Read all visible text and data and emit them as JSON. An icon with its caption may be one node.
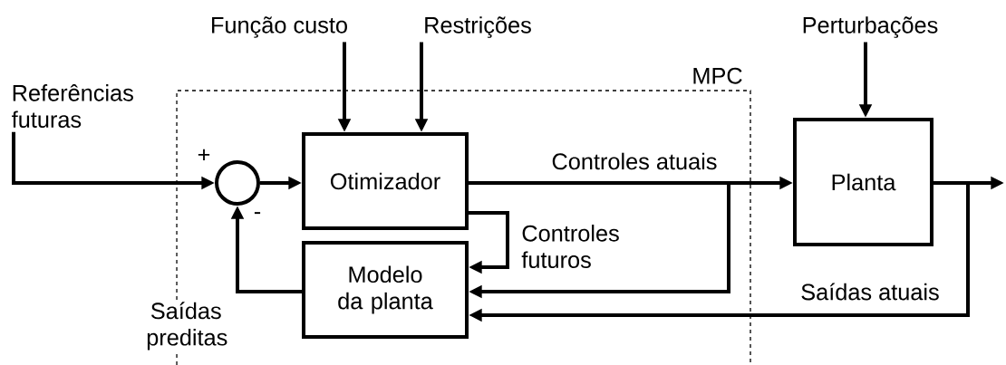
{
  "diagram": {
    "nodes": [
      {
        "text": [
          "MPC"
        ]
      },
      {
        "text": [
          "Referências futuras"
        ]
      },
      {
        "text": [],
        "shape": "circle",
        "in": 0,
        "beside": [
          "+",
          "-"
        ]
      },
      {
        "text": [
          "Otimizador"
        ],
        "in": 0
      },
      {
        "text": [
          "Modelo da planta"
        ],
        "in": 0
      },
      {
        "text": [
          "Função custo"
        ]
      },
      {
        "text": [
          "Restrições"
        ]
      },
      {
        "text": [
          "Perturbações"
        ]
      },
      {
        "text": [
          "Planta"
        ]
      }
    ],
    "edges": [
      {
        "from": 1,
        "to": 2,
        "arrow": "to"
      },
      {
        "from": 2,
        "to": 3,
        "arrow": "to"
      },
      {
        "from": 5,
        "to": 3,
        "arrow": "to"
      },
      {
        "from": 6,
        "to": 3,
        "arrow": "to"
      },
      {
        "from": 3,
        "to": 8,
        "arrow": "to",
        "label": "Controles atuais"
      },
      {
        "from": 3,
        "to": 4,
        "arrow": "to",
        "label": "Controles futuros"
      },
      {
        "from": 3,
        "to": 4,
        "arrow": "to"
      },
      {
        "from": 7,
        "to": 8,
        "arrow": "to"
      },
      {
        "from": 8,
        "to": null,
        "arrow": "to"
      },
      {
        "from": 8,
        "to": 4,
        "arrow": "to",
        "label": "Saídas atuais"
      },
      {
        "from": 4,
        "to": 2,
        "arrow": "to",
        "label": "Saídas preditas"
      }
    ]
  }
}
